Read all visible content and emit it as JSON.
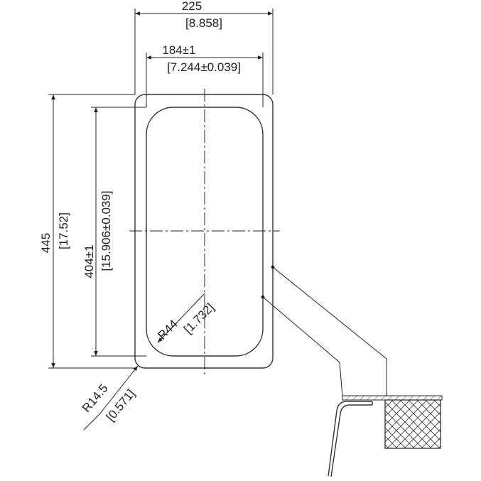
{
  "dimensions": {
    "overall_width": {
      "mm": "225",
      "inch": "[8.858]"
    },
    "inner_width": {
      "mm": "184±1",
      "inch": "[7.244±0.039]"
    },
    "overall_length": {
      "mm": "445",
      "inch": "[17.52]"
    },
    "inner_length": {
      "mm": "404±1",
      "inch": "[15.906±0.039]"
    },
    "inner_radius": {
      "mm": "R44",
      "inch": "[1.732]"
    },
    "outer_radius": {
      "mm": "R14.5",
      "inch": "[0.571]"
    }
  },
  "colors": {
    "line": "#222222",
    "background": "#ffffff"
  }
}
